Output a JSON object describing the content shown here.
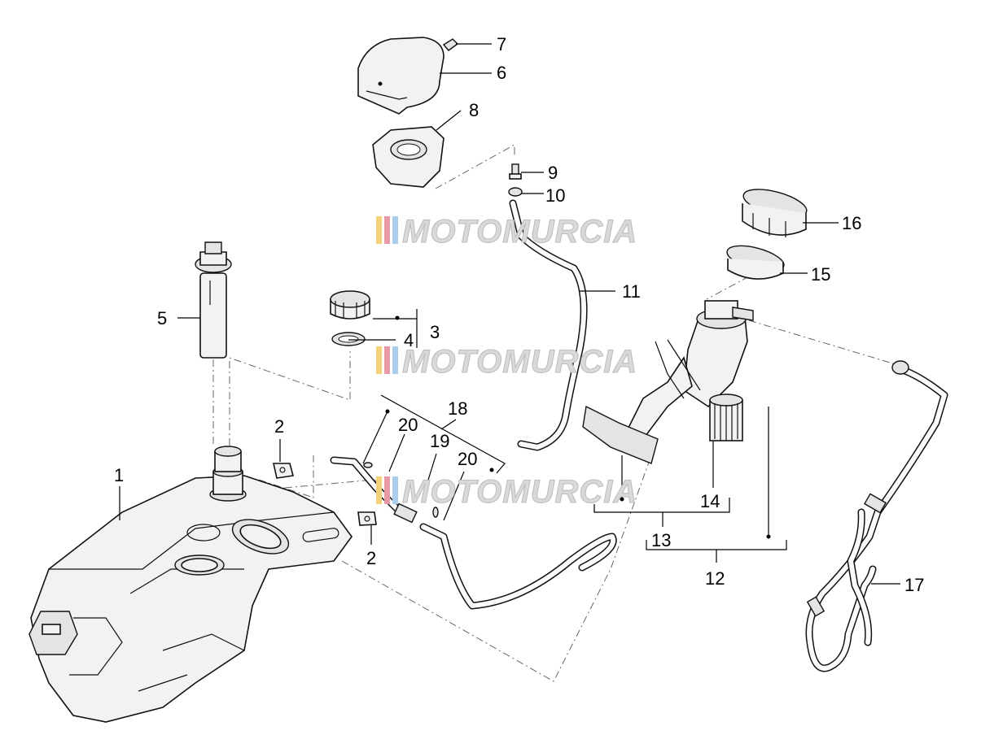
{
  "watermark": {
    "text": "MOTOMURCIA",
    "stripe_colors": [
      "#f3d27a",
      "#e89aa4",
      "#a9cdea"
    ]
  },
  "callouts": [
    "1",
    "2",
    "2",
    "3",
    "4",
    "5",
    "6",
    "7",
    "8",
    "9",
    "10",
    "11",
    "12",
    "13",
    "14",
    "15",
    "16",
    "17",
    "18",
    "19",
    "20",
    "20"
  ]
}
